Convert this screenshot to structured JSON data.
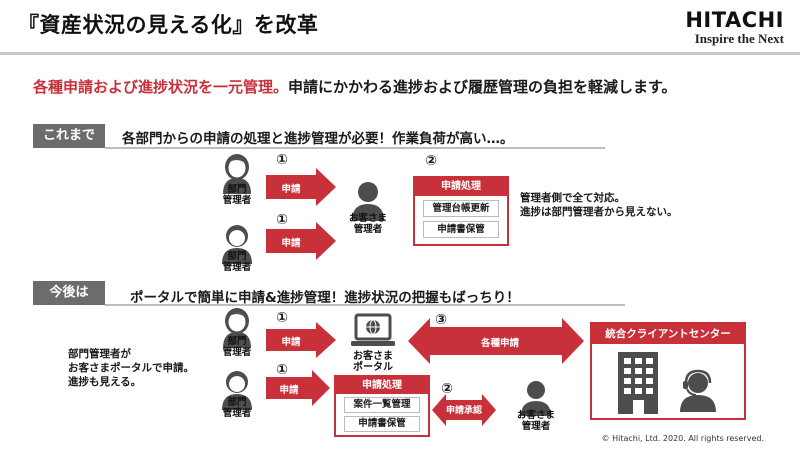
{
  "slide": {
    "title": "『資産状況の見える化』を改革",
    "logo": {
      "name": "HITACHI",
      "tagline": "Inspire the Next"
    },
    "headline": {
      "red": "各種申請および進捗状況を一元管理。",
      "black": "申請にかかわる進捗および履歴管理の負担を軽減します。"
    },
    "before": {
      "tag": "これまで",
      "text": "各部門からの申請の処理と進捗管理が必要！作業負荷が高い…。",
      "dept_label_1": "部門\n管理者",
      "dept_label_2": "部門\n管理者",
      "step1": "①",
      "step1b": "①",
      "step2": "②",
      "arrow1": "申請",
      "arrow2": "申請",
      "customer_label": "お客さま\n管理者",
      "box_title": "申請処理",
      "box_items": [
        "管理台帳更新",
        "申請書保管"
      ],
      "note": "管理者側で全て対応。\n進捗は部門管理者から見えない。"
    },
    "after": {
      "tag": "今後は",
      "text": "ポータルで簡単に申請&進捗管理！進捗状況の把握もばっちり！",
      "dept_label_1": "部門\n管理者",
      "dept_label_2": "部門\n管理者",
      "step1": "①",
      "step1b": "①",
      "step2": "②",
      "step3": "③",
      "arrow1": "申請",
      "arrow2": "申請",
      "portal_label": "お客さま\nポータル",
      "portal_arrow": "各種申請",
      "center_title": "統合クライアントセンター",
      "box_title": "申請処理",
      "box_items": [
        "案件一覧管理",
        "申請書保管"
      ],
      "approve": "申請承認",
      "customer_label": "お客さま\n管理者",
      "note": "部門管理者が\nお客さまポータルで申請。\n進捗も見える。"
    },
    "copyright": "© Hitachi, Ltd. 2020. All rights reserved."
  },
  "colors": {
    "accent": "#c8303a",
    "person": "#4d4d4d",
    "tag": "#6c6c6c"
  }
}
